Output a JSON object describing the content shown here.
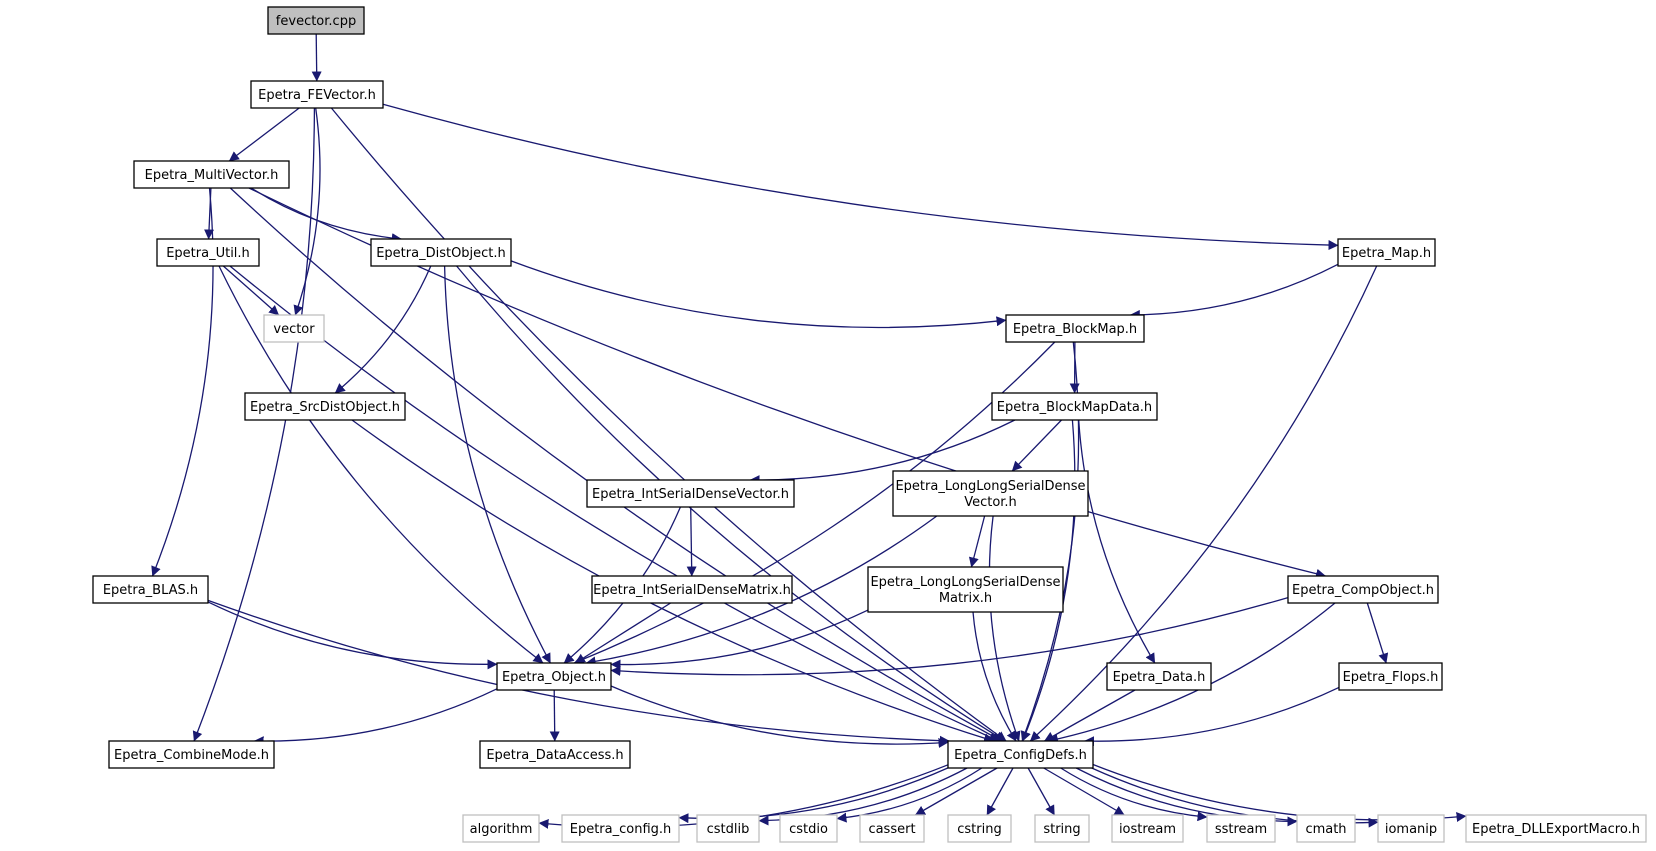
{
  "colors": {
    "edge": "#191970",
    "node_border": "#000000",
    "external_border": "#bfbfbf",
    "root_fill": "#bfbfbf",
    "node_fill": "#ffffff"
  },
  "nodes": [
    {
      "id": "fevector_cpp",
      "label": "fevector.cpp",
      "kind": "root"
    },
    {
      "id": "fevector_h",
      "label": "Epetra_FEVector.h",
      "kind": "header"
    },
    {
      "id": "multivector_h",
      "label": "Epetra_MultiVector.h",
      "kind": "header"
    },
    {
      "id": "util_h",
      "label": "Epetra_Util.h",
      "kind": "header"
    },
    {
      "id": "distobject_h",
      "label": "Epetra_DistObject.h",
      "kind": "header"
    },
    {
      "id": "map_h",
      "label": "Epetra_Map.h",
      "kind": "header"
    },
    {
      "id": "vector",
      "label": "vector",
      "kind": "external"
    },
    {
      "id": "blockmap_h",
      "label": "Epetra_BlockMap.h",
      "kind": "header"
    },
    {
      "id": "srcdistobject_h",
      "label": "Epetra_SrcDistObject.h",
      "kind": "header"
    },
    {
      "id": "blockmapdata_h",
      "label": "Epetra_BlockMapData.h",
      "kind": "header"
    },
    {
      "id": "intserialdensevector_h",
      "label": "Epetra_IntSerialDenseVector.h",
      "kind": "header"
    },
    {
      "id": "longlongserialdensevector_h",
      "label": "Epetra_LongLongSerialDense\nVector.h",
      "kind": "header"
    },
    {
      "id": "blas_h",
      "label": "Epetra_BLAS.h",
      "kind": "header"
    },
    {
      "id": "intserialdensematrix_h",
      "label": "Epetra_IntSerialDenseMatrix.h",
      "kind": "header"
    },
    {
      "id": "longlongserialdensematrix_h",
      "label": "Epetra_LongLongSerialDense\nMatrix.h",
      "kind": "header"
    },
    {
      "id": "compobject_h",
      "label": "Epetra_CompObject.h",
      "kind": "header"
    },
    {
      "id": "object_h",
      "label": "Epetra_Object.h",
      "kind": "header"
    },
    {
      "id": "data_h",
      "label": "Epetra_Data.h",
      "kind": "header"
    },
    {
      "id": "flops_h",
      "label": "Epetra_Flops.h",
      "kind": "header"
    },
    {
      "id": "combinemode_h",
      "label": "Epetra_CombineMode.h",
      "kind": "header"
    },
    {
      "id": "dataaccess_h",
      "label": "Epetra_DataAccess.h",
      "kind": "header"
    },
    {
      "id": "configdefs_h",
      "label": "Epetra_ConfigDefs.h",
      "kind": "header"
    },
    {
      "id": "algorithm",
      "label": "algorithm",
      "kind": "external"
    },
    {
      "id": "epetra_config_h",
      "label": "Epetra_config.h",
      "kind": "external"
    },
    {
      "id": "cstdlib",
      "label": "cstdlib",
      "kind": "external"
    },
    {
      "id": "cstdio",
      "label": "cstdio",
      "kind": "external"
    },
    {
      "id": "cassert",
      "label": "cassert",
      "kind": "external"
    },
    {
      "id": "cstring",
      "label": "cstring",
      "kind": "external"
    },
    {
      "id": "string",
      "label": "string",
      "kind": "external"
    },
    {
      "id": "iostream",
      "label": "iostream",
      "kind": "external"
    },
    {
      "id": "sstream",
      "label": "sstream",
      "kind": "external"
    },
    {
      "id": "cmath",
      "label": "cmath",
      "kind": "external"
    },
    {
      "id": "iomanip",
      "label": "iomanip",
      "kind": "external"
    },
    {
      "id": "dllexportmacro_h",
      "label": "Epetra_DLLExportMacro.h",
      "kind": "external"
    }
  ],
  "edges": [
    {
      "from": "fevector_cpp",
      "to": "fevector_h"
    },
    {
      "from": "fevector_h",
      "to": "multivector_h"
    },
    {
      "from": "fevector_h",
      "to": "vector"
    },
    {
      "from": "fevector_h",
      "to": "map_h"
    },
    {
      "from": "fevector_h",
      "to": "combinemode_h"
    },
    {
      "from": "fevector_h",
      "to": "configdefs_h"
    },
    {
      "from": "multivector_h",
      "to": "util_h"
    },
    {
      "from": "multivector_h",
      "to": "distobject_h"
    },
    {
      "from": "multivector_h",
      "to": "blas_h"
    },
    {
      "from": "multivector_h",
      "to": "compobject_h"
    },
    {
      "from": "multivector_h",
      "to": "configdefs_h"
    },
    {
      "from": "util_h",
      "to": "vector"
    },
    {
      "from": "util_h",
      "to": "object_h"
    },
    {
      "from": "util_h",
      "to": "configdefs_h"
    },
    {
      "from": "distobject_h",
      "to": "blockmap_h"
    },
    {
      "from": "distobject_h",
      "to": "srcdistobject_h"
    },
    {
      "from": "distobject_h",
      "to": "object_h"
    },
    {
      "from": "distobject_h",
      "to": "configdefs_h"
    },
    {
      "from": "map_h",
      "to": "blockmap_h"
    },
    {
      "from": "map_h",
      "to": "configdefs_h"
    },
    {
      "from": "blockmap_h",
      "to": "blockmapdata_h"
    },
    {
      "from": "blockmap_h",
      "to": "object_h"
    },
    {
      "from": "blockmap_h",
      "to": "configdefs_h"
    },
    {
      "from": "srcdistobject_h",
      "to": "configdefs_h"
    },
    {
      "from": "blockmapdata_h",
      "to": "intserialdensevector_h"
    },
    {
      "from": "blockmapdata_h",
      "to": "longlongserialdensevector_h"
    },
    {
      "from": "blockmapdata_h",
      "to": "data_h"
    },
    {
      "from": "blockmapdata_h",
      "to": "configdefs_h"
    },
    {
      "from": "intserialdensevector_h",
      "to": "intserialdensematrix_h"
    },
    {
      "from": "intserialdensevector_h",
      "to": "object_h"
    },
    {
      "from": "longlongserialdensevector_h",
      "to": "longlongserialdensematrix_h"
    },
    {
      "from": "longlongserialdensevector_h",
      "to": "object_h"
    },
    {
      "from": "longlongserialdensevector_h",
      "to": "configdefs_h"
    },
    {
      "from": "blas_h",
      "to": "object_h"
    },
    {
      "from": "blas_h",
      "to": "configdefs_h"
    },
    {
      "from": "intserialdensematrix_h",
      "to": "object_h"
    },
    {
      "from": "longlongserialdensematrix_h",
      "to": "object_h"
    },
    {
      "from": "longlongserialdensematrix_h",
      "to": "configdefs_h"
    },
    {
      "from": "compobject_h",
      "to": "object_h"
    },
    {
      "from": "compobject_h",
      "to": "flops_h"
    },
    {
      "from": "compobject_h",
      "to": "configdefs_h"
    },
    {
      "from": "object_h",
      "to": "combinemode_h"
    },
    {
      "from": "object_h",
      "to": "dataaccess_h"
    },
    {
      "from": "object_h",
      "to": "configdefs_h"
    },
    {
      "from": "data_h",
      "to": "configdefs_h"
    },
    {
      "from": "flops_h",
      "to": "configdefs_h"
    },
    {
      "from": "configdefs_h",
      "to": "algorithm"
    },
    {
      "from": "configdefs_h",
      "to": "epetra_config_h"
    },
    {
      "from": "configdefs_h",
      "to": "cstdlib"
    },
    {
      "from": "configdefs_h",
      "to": "cstdio"
    },
    {
      "from": "configdefs_h",
      "to": "cassert"
    },
    {
      "from": "configdefs_h",
      "to": "cstring"
    },
    {
      "from": "configdefs_h",
      "to": "string"
    },
    {
      "from": "configdefs_h",
      "to": "iostream"
    },
    {
      "from": "configdefs_h",
      "to": "sstream"
    },
    {
      "from": "configdefs_h",
      "to": "cmath"
    },
    {
      "from": "configdefs_h",
      "to": "iomanip"
    },
    {
      "from": "configdefs_h",
      "to": "dllexportmacro_h"
    }
  ]
}
